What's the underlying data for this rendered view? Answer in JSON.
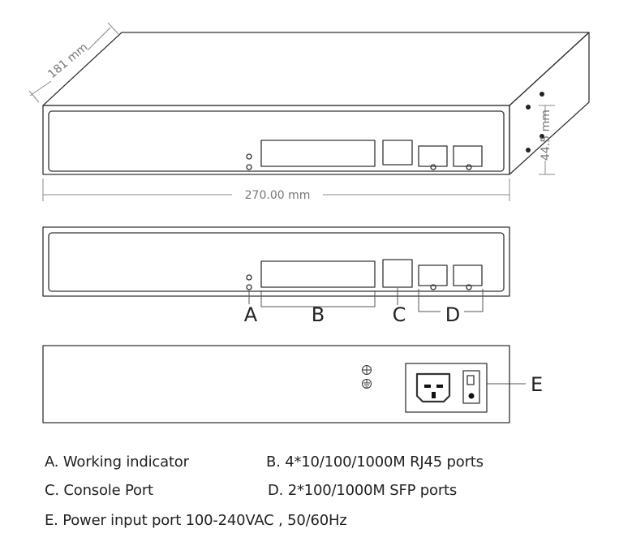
{
  "dimensions": {
    "depth": "181 mm",
    "width": "270.00 mm",
    "height": "44.5 mm"
  },
  "callouts": {
    "a": "A",
    "b": "B",
    "c": "C",
    "d": "D",
    "e": "E"
  },
  "legend": {
    "a": "A. Working indicator",
    "b": "B. 4*10/100/1000M RJ45 ports",
    "c": "C. Console Port",
    "d": "D. 2*100/1000M SFP ports",
    "e": "E. Power input port 100-240VAC , 50/60Hz"
  },
  "colors": {
    "line": "#333333",
    "dimension": "#888888"
  }
}
